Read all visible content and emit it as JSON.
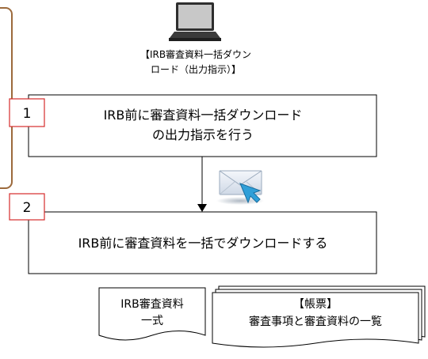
{
  "laptop_caption": {
    "line1": "【IRB審査資料一括ダウン",
    "line2": "ロード（出力指示）】"
  },
  "steps": [
    {
      "number": "1",
      "line1": "IRB前に審査資料一括ダウンロード",
      "line2": "の出力指示を行う"
    },
    {
      "number": "2",
      "line1": "IRB前に審査資料を一括でダウンロードする"
    }
  ],
  "documents": [
    {
      "line1": "IRB審査資料",
      "line2": "一式"
    },
    {
      "line1": "【帳票】",
      "line2": "審査事項と審査資料の一覧"
    }
  ],
  "icons": {
    "computer": "laptop-icon",
    "message": "email-envelope-icon"
  },
  "colors": {
    "step_number_border": "#d62b2b",
    "swimlane_border": "#9c6a3c",
    "line": "#000000"
  }
}
